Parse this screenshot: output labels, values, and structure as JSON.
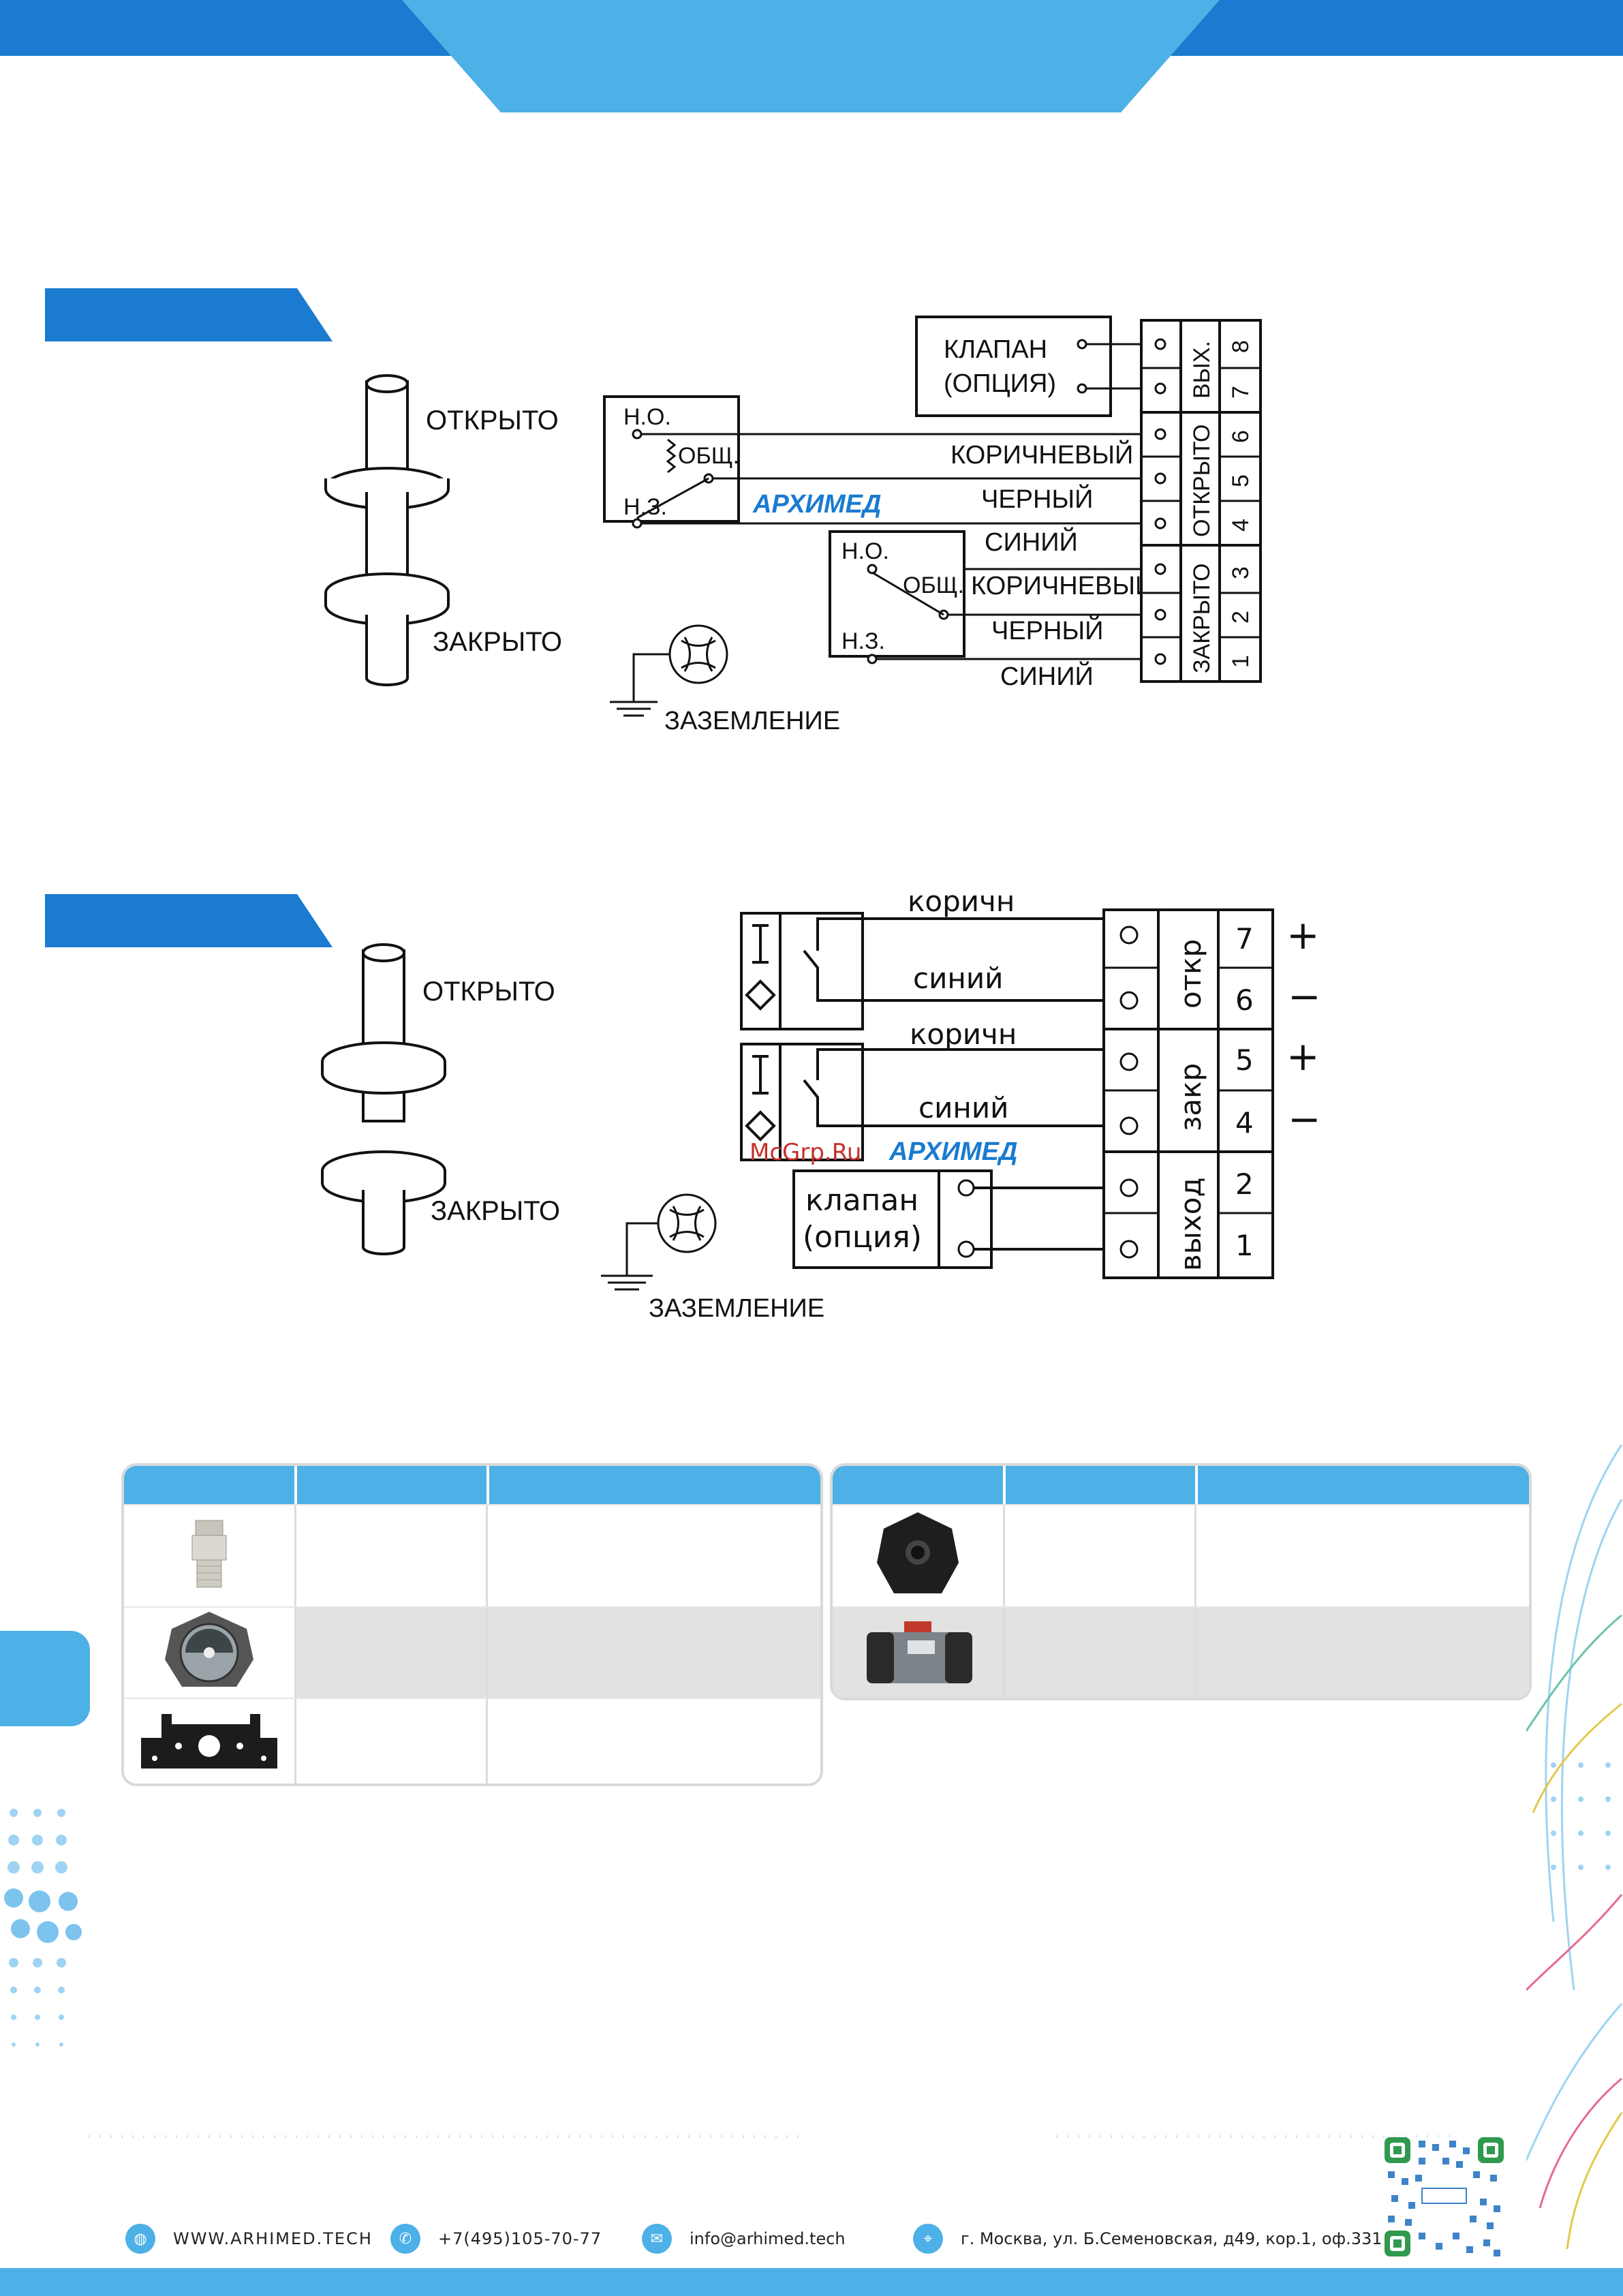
{
  "diagram1": {
    "open_label": "ОТКРЫТО",
    "closed_label": "ЗАКРЫТО",
    "valve_line1": "КЛАПАН",
    "valve_line2": "(ОПЦИЯ)",
    "no_label": "Н.О.",
    "com_label": "ОБЩ.",
    "nc_label": "Н.З.",
    "wire_brown": "КОРИЧНЕВЫЙ",
    "wire_black": "ЧЕРНЫЙ",
    "wire_blue": "СИНИЙ",
    "terminal_out": "ВЫХ.",
    "terminal_open": "ОТКРЫТО",
    "terminal_closed": "ЗАКРЫТО",
    "terminal_numbers": [
      "8",
      "7",
      "6",
      "5",
      "4",
      "3",
      "2",
      "1"
    ],
    "ground_label": "ЗАЗЕМЛЕНИЕ",
    "logo_text": "АРХИМЕД"
  },
  "diagram2": {
    "open_label": "ОТКРЫТО",
    "closed_label": "ЗАКРЫТО",
    "wire_brown": "коричн",
    "wire_blue": "синий",
    "group_open": "откр",
    "group_closed": "закр",
    "group_out": "выход",
    "valve_line1": "клапан",
    "valve_line2": "(опция)",
    "numbers": [
      "7",
      "6",
      "5",
      "4",
      "2",
      "1"
    ],
    "signs": [
      "+",
      "−",
      "+",
      "−"
    ],
    "ground_label": "ЗАЗЕМЛЕНИЕ",
    "logo_text": "АРХИМЕД",
    "watermark": "McGrp.Ru"
  },
  "footer": {
    "website": "WWW.ARHIMED.TECH",
    "phone": "+7(495)105-70-77",
    "email": "info@arhimed.tech",
    "address": "г. Москва, ул. Б.Семеновская, д49, кор.1, оф.331",
    "icons": [
      "globe-icon",
      "phone-icon",
      "mail-icon",
      "location-icon"
    ]
  },
  "colors": {
    "brand_dark": "#1a7bd0",
    "brand_light": "#4db0e6",
    "row_alt": "#e2e2e0"
  }
}
